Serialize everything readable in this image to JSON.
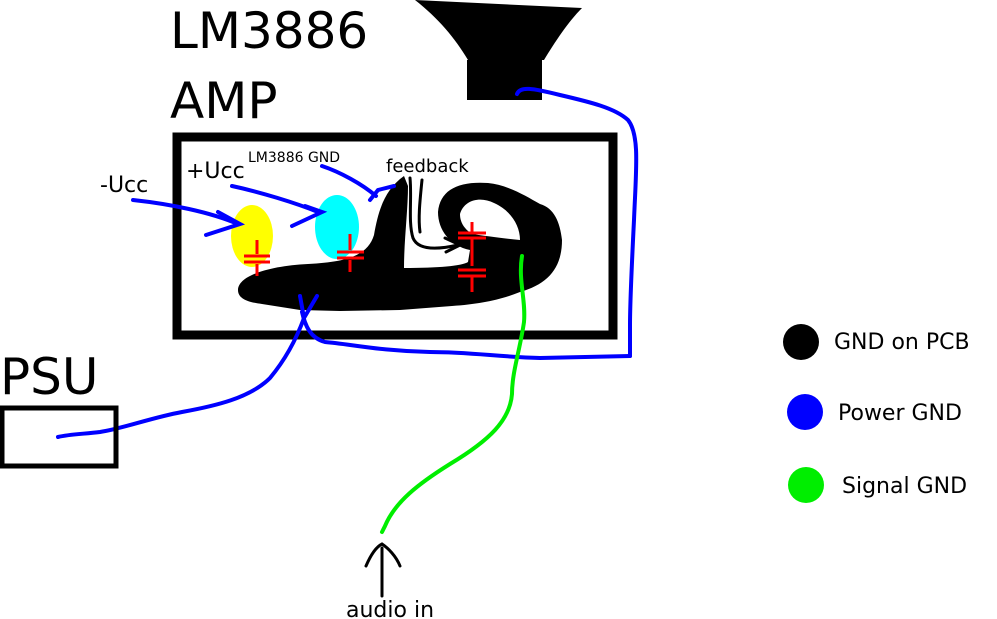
{
  "amp_title_line1": "LM3886",
  "amp_title_line2": "AMP",
  "psu_label": "PSU",
  "neg_supply_label": "-Ucc",
  "pos_supply_label": "+Ucc",
  "chip_gnd_label": "LM3886 GND",
  "feedback_label": "feedback",
  "audio_in_label": "audio in",
  "legend": [
    {
      "label": "GND on PCB",
      "color": "#000000"
    },
    {
      "label": "Power GND",
      "color": "#0000ff"
    },
    {
      "label": "Signal GND",
      "color": "#00ee00"
    }
  ],
  "colors": {
    "neg_supply_cap_fill": "#ffff00",
    "pos_supply_cap_fill": "#00ffff",
    "capacitor": "#ff0000",
    "power_gnd": "#0000ff",
    "signal_gnd": "#00ee00",
    "pcb_gnd": "#000000"
  }
}
